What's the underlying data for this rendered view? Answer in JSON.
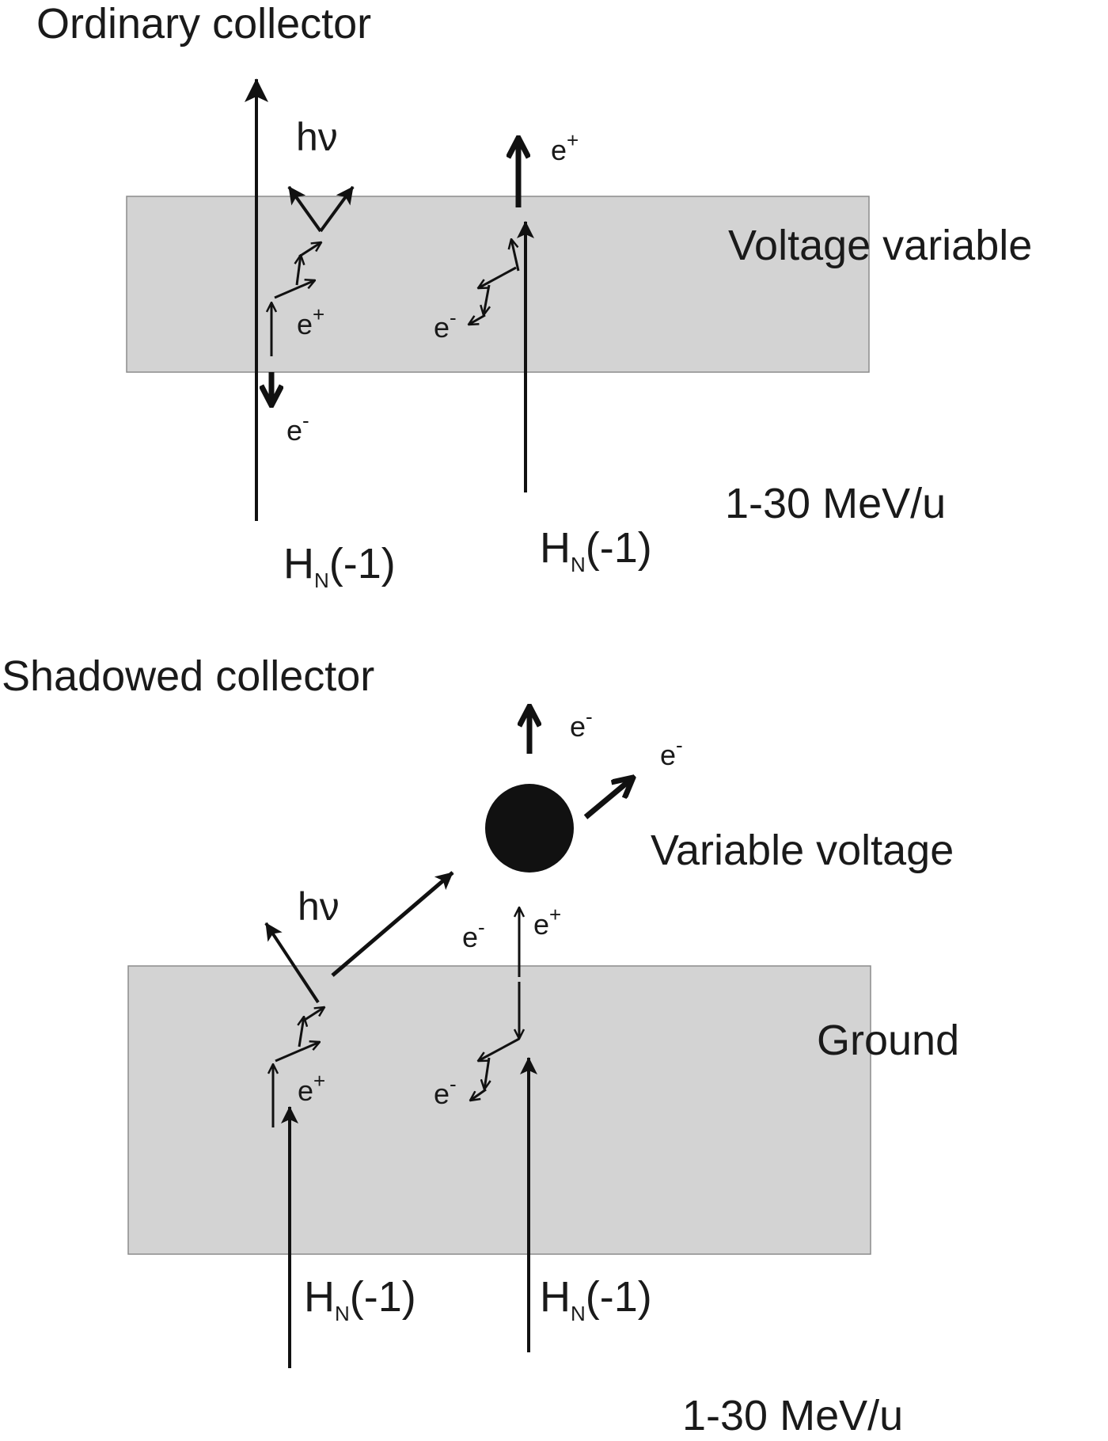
{
  "top": {
    "title": "Ordinary collector",
    "plate_label": "Voltage variable",
    "energy_label": "1-30 MeV/u",
    "beam_labels": [
      {
        "main": "H",
        "sub": "N",
        "tail": "(-1)"
      },
      {
        "main": "H",
        "sub": "N",
        "tail": "(-1)"
      }
    ],
    "photon_label": "hν",
    "particles": {
      "positron_exit": {
        "base": "e",
        "sup": "+"
      },
      "positron_inner": {
        "base": "e",
        "sup": "+"
      },
      "electron_inner": {
        "base": "e",
        "sup": "-"
      },
      "electron_exit": {
        "base": "e",
        "sup": "-"
      }
    }
  },
  "bottom": {
    "title": "Shadowed collector",
    "plate_label": "Ground",
    "collector_label": "Variable voltage",
    "energy_label": "1-30 MeV/u",
    "beam_labels": [
      {
        "main": "H",
        "sub": "N",
        "tail": "(-1)"
      },
      {
        "main": "H",
        "sub": "N",
        "tail": "(-1)"
      }
    ],
    "photon_label": "hν",
    "particles": {
      "collector_electron_up": {
        "base": "e",
        "sup": "-"
      },
      "collector_electron_right": {
        "base": "e",
        "sup": "-"
      },
      "exit_electron": {
        "base": "e",
        "sup": "-"
      },
      "exit_positron": {
        "base": "e",
        "sup": "+"
      },
      "positron_inner": {
        "base": "e",
        "sup": "+"
      },
      "electron_inner": {
        "base": "e",
        "sup": "-"
      }
    }
  },
  "colors": {
    "plate": "#d3d3d3",
    "ink": "#111111",
    "collector": "#111111"
  }
}
